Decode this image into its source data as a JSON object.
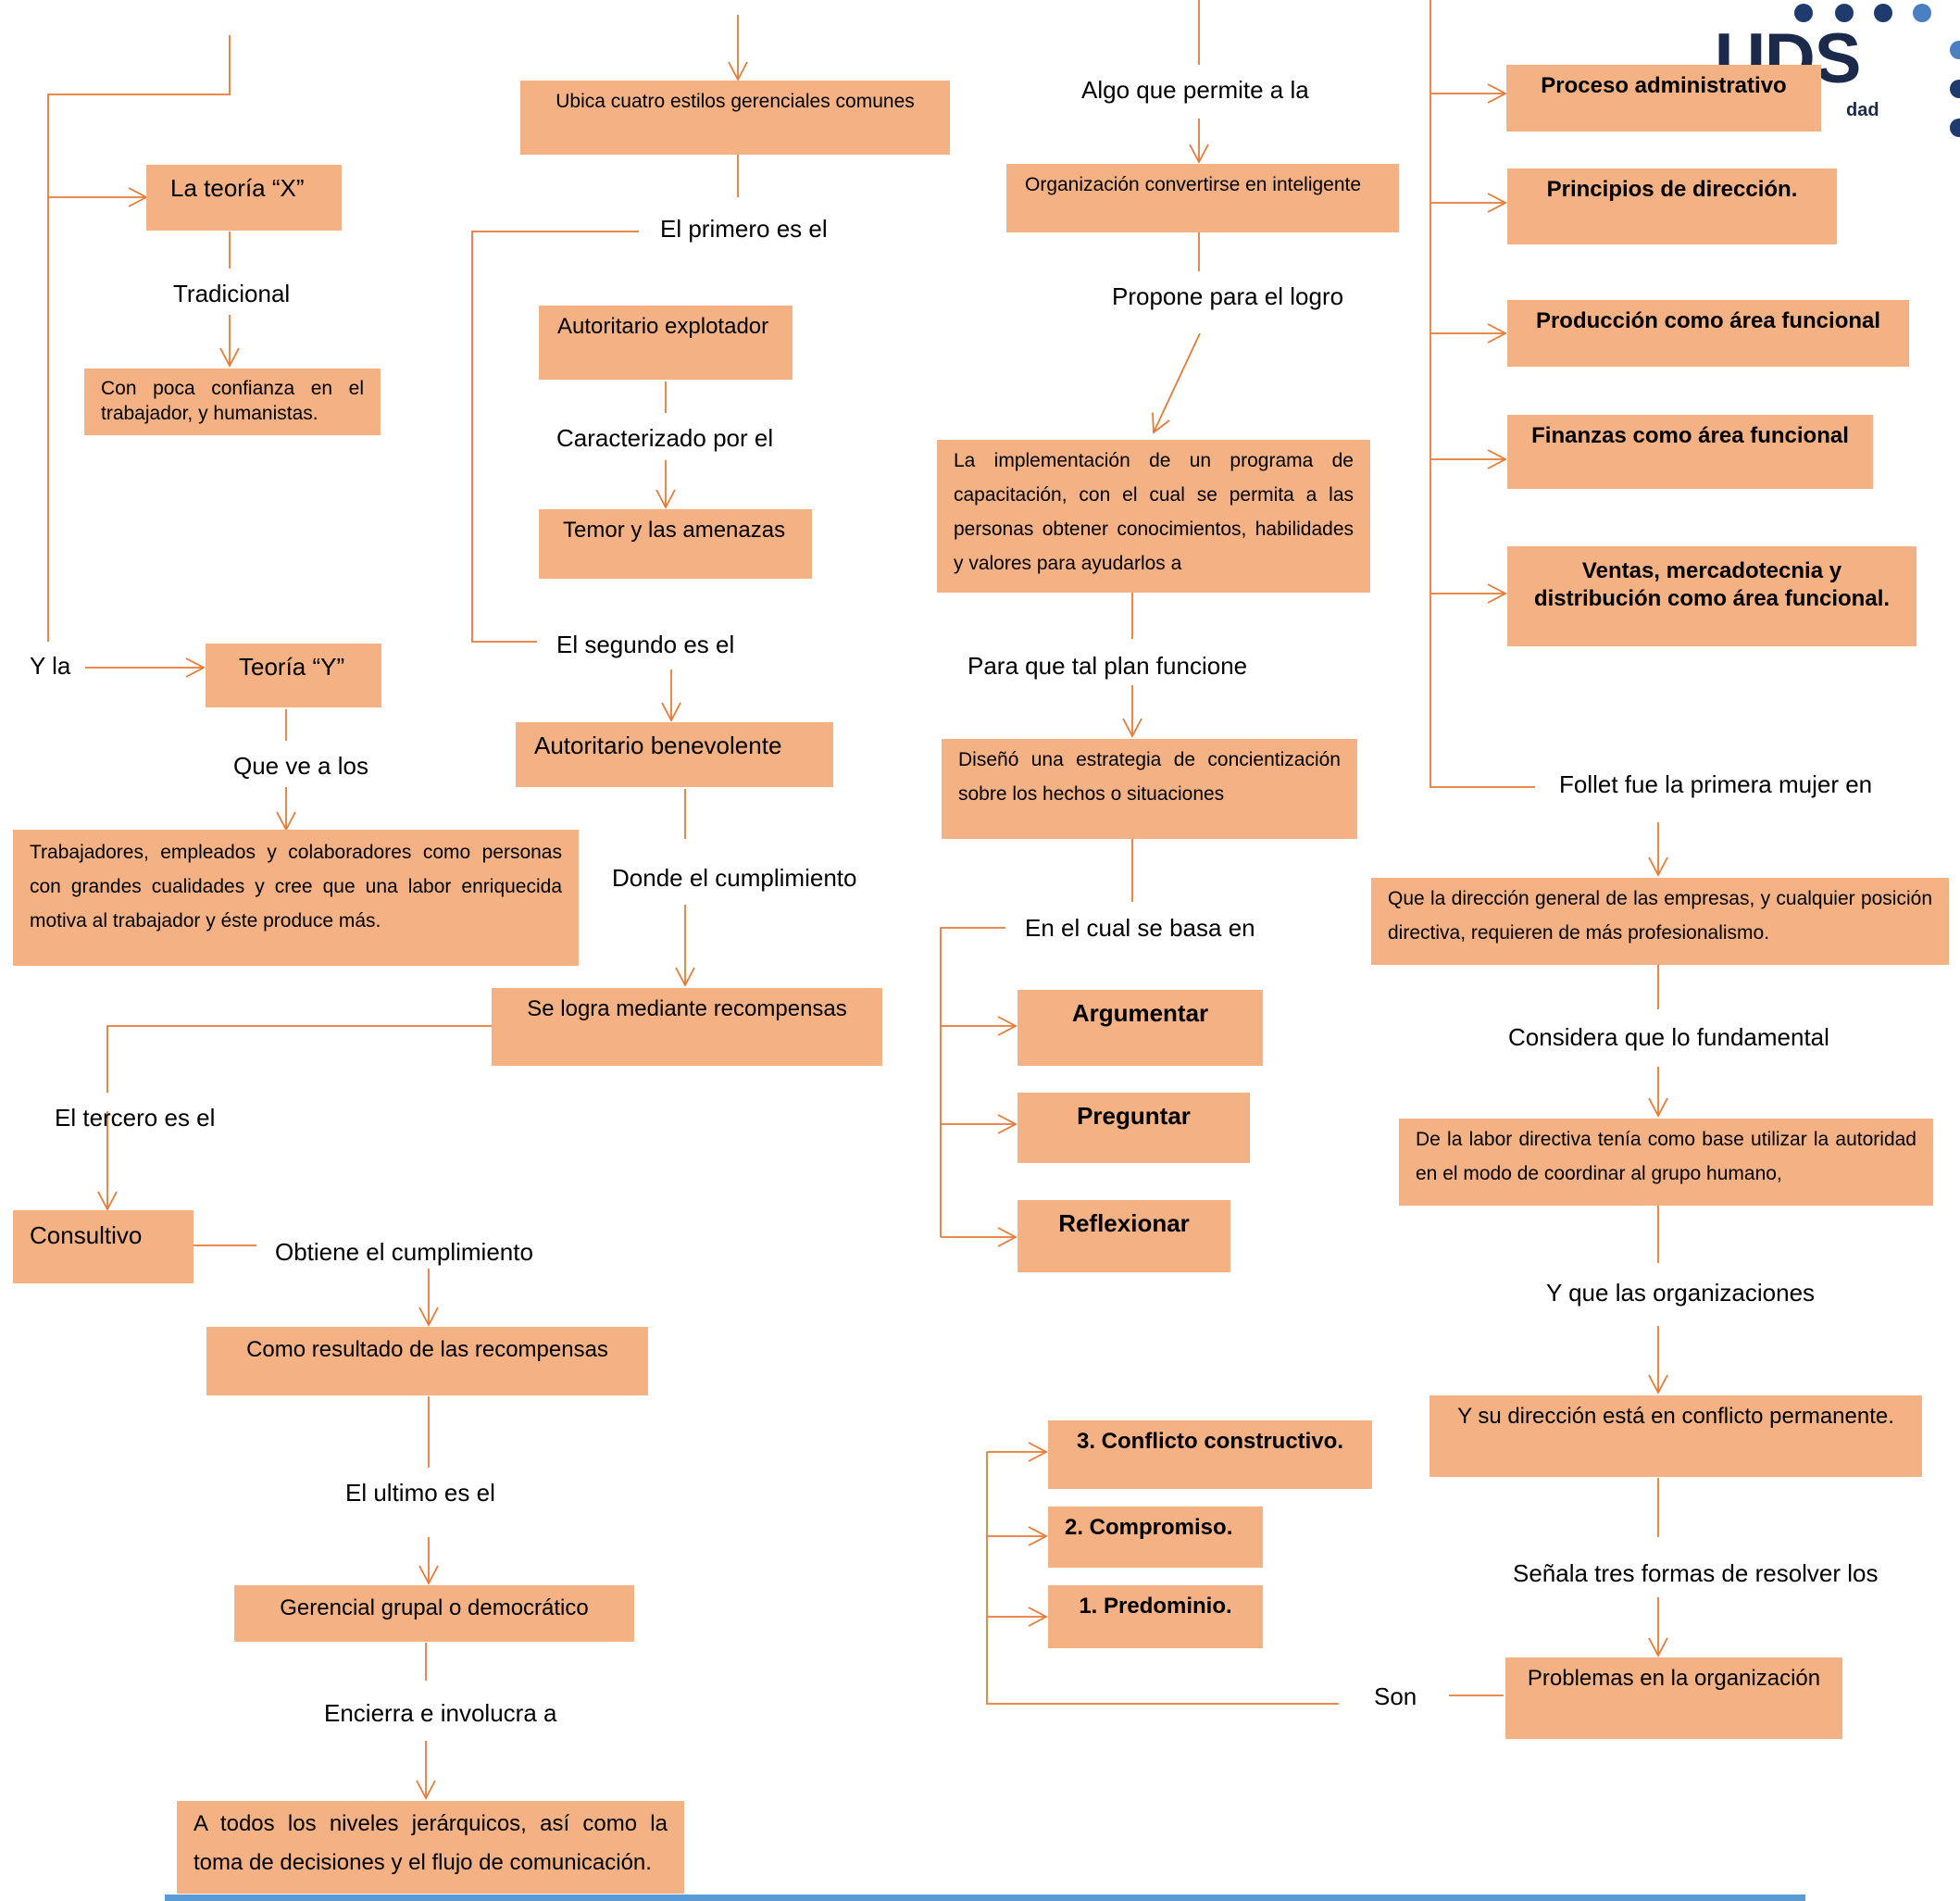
{
  "colors": {
    "box_fill": "#F4B183",
    "line": "#E87A35",
    "logo": "#1B2A4A",
    "bottom_bar": "#5B9BD5"
  },
  "logo": {
    "brand": "UDS",
    "tagline_fragment": "dad"
  },
  "col1": {
    "teoria_x": "La teoría “X”",
    "tradicional": "Tradicional",
    "poca_confianza": "Con poca confianza en el trabajador, y humanistas.",
    "y_la": "Y la",
    "teoria_y": "Teoría “Y”",
    "que_ve": "Que ve a los",
    "trabajadores": "Trabajadores, empleados y colaboradores como personas con grandes cualidades y cree que una labor enriquecida motiva al trabajador y éste produce más.",
    "tercero": "El tercero  es el",
    "consultivo": "Consultivo",
    "obtiene": "Obtiene el cumplimiento",
    "como_resultado": "Como resultado de las recompensas",
    "ultimo": "El ultimo es el",
    "gerencial": "Gerencial grupal o democrático",
    "encierra": "Encierra e involucra a",
    "todos_niveles": "A todos los niveles jerárquicos, así como la toma de decisiones y el flujo de comunicación."
  },
  "col2": {
    "ubica": "Ubica cuatro estilos gerenciales comunes",
    "primero": "El primero es el",
    "autoritario_explotador": "Autoritario explotador",
    "caracterizado": "Caracterizado por el",
    "temor": "Temor y las amenazas",
    "segundo": "El segundo es el",
    "autoritario_benevolente": "Autoritario benevolente",
    "donde": "Donde el cumplimiento",
    "se_logra": "Se logra mediante recompensas"
  },
  "col3": {
    "algo_que": "Algo que permite a la",
    "organizacion": "Organización convertirse en inteligente",
    "propone": "Propone para el logro",
    "implementacion": "La implementación de un programa de capacitación, con el cual se permita a las personas obtener conocimientos, habilidades y valores para ayudarlos a",
    "para_que": "Para que tal plan funcione",
    "diseno": "Diseñó una estrategia de concientización sobre los hechos o situaciones",
    "en_el_cual": "En el cual se basa en",
    "argumentar": "Argumentar",
    "preguntar": "Preguntar",
    "reflexionar": "Reflexionar",
    "conflicto": "3. Conflicto constructivo.",
    "compromiso": "2. Compromiso.",
    "predominio": "1. Predominio.",
    "son": "Son"
  },
  "col4": {
    "proceso": "Proceso administrativo",
    "principios": "Principios de dirección.",
    "produccion": "Producción como área funcional",
    "finanzas": "Finanzas como área funcional",
    "ventas": "Ventas, mercadotecnia y distribución como área funcional.",
    "follet": "Follet fue la primera mujer en",
    "que_la_direccion": "Que la dirección general de las empresas, y cualquier posición directiva, requieren de más profesionalismo.",
    "considera": "Considera que lo fundamental",
    "de_la_labor": "De la labor directiva tenía como base utilizar la autoridad en el modo de coordinar al grupo humano,",
    "y_que": "Y que las organizaciones",
    "y_su_direccion": "Y su dirección está en conflicto permanente.",
    "senala": "Señala tres formas de resolver los",
    "problemas": "Problemas en la organización"
  }
}
